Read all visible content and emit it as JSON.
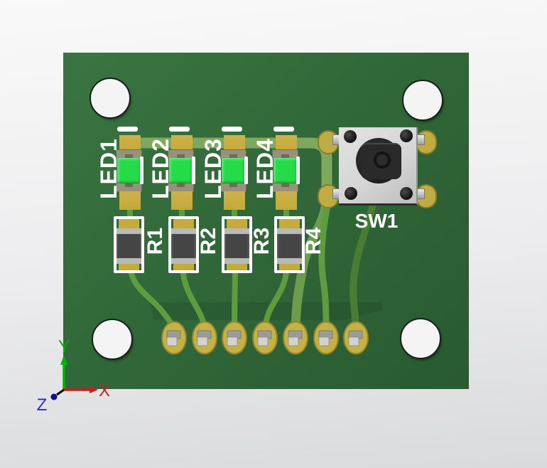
{
  "board": {
    "leds": [
      "LED1",
      "LED2",
      "LED3",
      "LED4"
    ],
    "resistors": [
      "R1",
      "R2",
      "R3",
      "R4"
    ],
    "switch_label": "SW1"
  },
  "axis_triad": {
    "x_label": "X",
    "y_label": "Y",
    "z_label": "Z"
  },
  "colors": {
    "bg_top": "#f9f9f9",
    "bg_bottom": "#d9dadc",
    "board_green_light": "#3b7543",
    "board_green": "#316839",
    "board_green_dark": "#295a30",
    "trace_bright": "#5f9c40",
    "trace_wide": "#7ea95d",
    "trace_mid": "#6d9c4d",
    "trace_dark": "#4b7c34",
    "pad_gold": "#c4b244",
    "pad_gold_rim": "#93832f",
    "smd_gold": "#c2a83c",
    "led_green": "#24dc48",
    "led_cap": "#97927a",
    "silk_white": "#ffffff",
    "resistor_body": "#454545",
    "resistor_metal": "#b7bab7",
    "switch_gray": "#d6d6d6",
    "switch_dark": "#1f1f1f",
    "pin_gray": "#9b9b9b",
    "pin_face": "#d2d2d2",
    "hole_fill": "#f4f4f4",
    "axis_x": "#cc1c1c",
    "axis_y": "#00b400",
    "axis_z": "#2a2ad0"
  }
}
